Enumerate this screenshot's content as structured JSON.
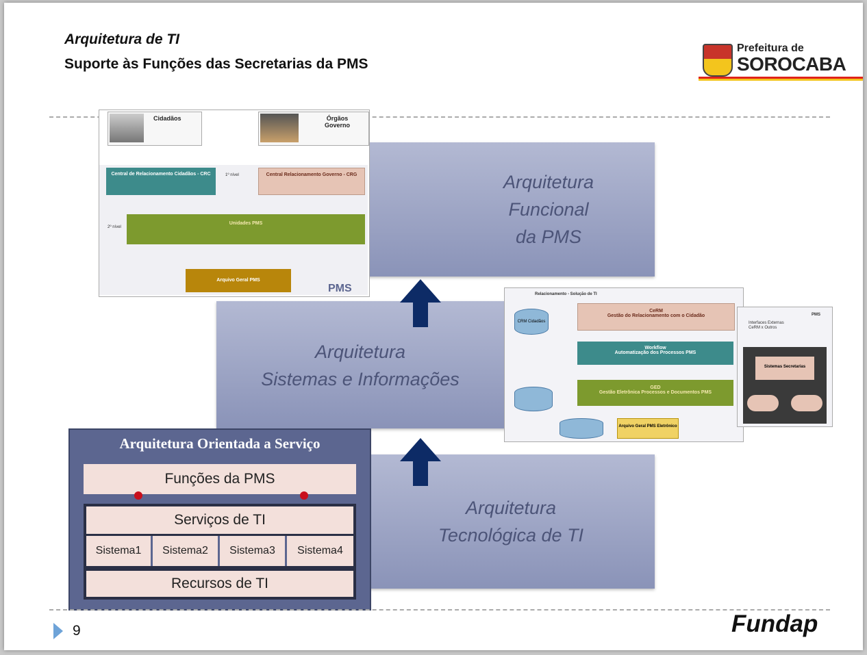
{
  "header": {
    "title": "Arquitetura de TI",
    "subtitle": "Suporte às Funções das Secretarias da PMS"
  },
  "logo": {
    "line1": "Prefeitura de",
    "line2": "SOROCABA"
  },
  "bands": {
    "funcional": [
      "Arquitetura",
      "Funcional",
      "da PMS"
    ],
    "sistemas": [
      "Arquitetura",
      "Sistemas e Informações"
    ],
    "tecnologica": [
      "Arquitetura",
      "Tecnológica de TI"
    ]
  },
  "pms_diagram": {
    "cidadaos": "Cidadãos",
    "orgaos": [
      "Órgãos",
      "Governo"
    ],
    "nivel1": "1º nível",
    "nivel2": "2º nível",
    "crc": "Central de Relacionamento Cidadãos - CRC",
    "crg": "Central Relacionamento Governo - CRG",
    "unidades": "Unidades PMS",
    "arquivo": "Arquivo Geral PMS",
    "badge": "PMS"
  },
  "ti_diagram": {
    "header": "Relacionamento - Solução de TI",
    "crm_db": "CRM Cidadãos",
    "crm": "CeRM",
    "crm_sub": "Gestão do Relacionamento com o Cidadão",
    "workflow": "Workflow",
    "workflow_sub": "Automatização dos Processos PMS",
    "ged": "GED",
    "ged_sub": "Gestão Eletrônica Processos e Documentos PMS",
    "arquivo_eletronico": "Arquivo Geral PMS Eletrônico",
    "side_badge": "PMS",
    "side_label": "Interfaces Externas CeRM x Outros",
    "side_box": "Sistemas Secretarias"
  },
  "soa": {
    "title": "Arquitetura Orientada a Serviço",
    "funcoes": "Funções da PMS",
    "servicos": "Serviços de TI",
    "sistemas": [
      "Sistema1",
      "Sistema2",
      "Sistema3",
      "Sistema4"
    ],
    "recursos": "Recursos de TI"
  },
  "footer": {
    "page": "9",
    "brand": "Fundap"
  }
}
